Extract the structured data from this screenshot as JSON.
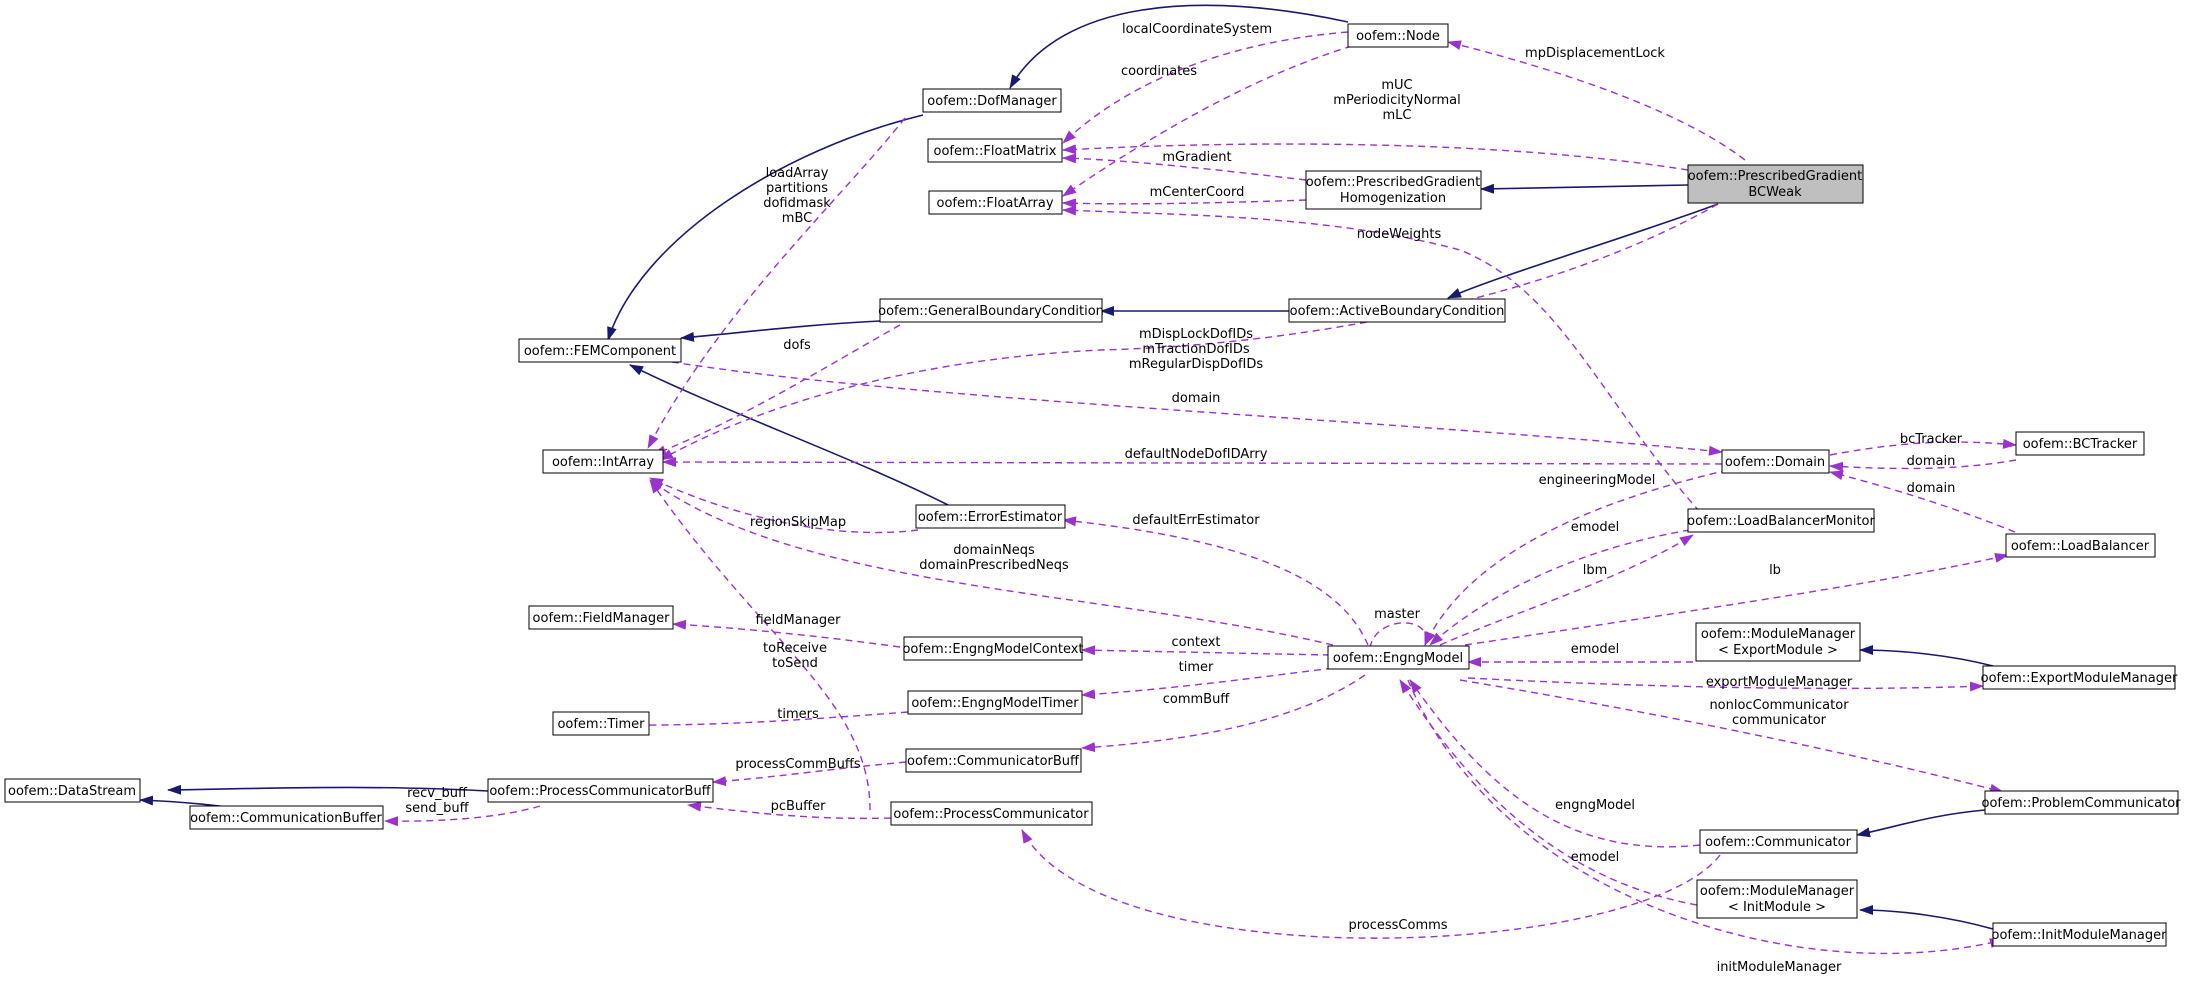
{
  "colors": {
    "inheritance": "#191970",
    "usage": "#9a32cd",
    "node_border": "#000000",
    "node_fill": "#ffffff",
    "highlight_fill": "#bfbfbf"
  },
  "nodes": {
    "node": "oofem::Node",
    "dofmanager": "oofem::DofManager",
    "floatmatrix": "oofem::FloatMatrix",
    "floatarray": "oofem::FloatArray",
    "prescribed_homog_1": "oofem::PrescribedGradient",
    "prescribed_homog_2": "Homogenization",
    "prescribed_weak_1": "oofem::PrescribedGradient",
    "prescribed_weak_2": "BCWeak",
    "femcomponent": "oofem::FEMComponent",
    "generalbc": "oofem::GeneralBoundaryCondition",
    "activebc": "oofem::ActiveBoundaryCondition",
    "intarray": "oofem::IntArray",
    "domain": "oofem::Domain",
    "bctracker": "oofem::BCTracker",
    "errorestimator": "oofem::ErrorEstimator",
    "lbmonitor": "oofem::LoadBalancerMonitor",
    "loadbalancer": "oofem::LoadBalancer",
    "fieldmanager": "oofem::FieldManager",
    "engngmodelcontext": "oofem::EngngModelContext",
    "engngmodel": "oofem::EngngModel",
    "modulemanager_export_1": "oofem::ModuleManager",
    "modulemanager_export_2": "< ExportModule >",
    "exportmodulemanager": "oofem::ExportModuleManager",
    "timer": "oofem::Timer",
    "engngmodeltimer": "oofem::EngngModelTimer",
    "communicatorbuff": "oofem::CommunicatorBuff",
    "datastream": "oofem::DataStream",
    "processcommbuff": "oofem::ProcessCommunicatorBuff",
    "communicationbuffer": "oofem::CommunicationBuffer",
    "processcommunicator": "oofem::ProcessCommunicator",
    "problemcommunicator": "oofem::ProblemCommunicator",
    "communicator": "oofem::Communicator",
    "modulemanager_init_1": "oofem::ModuleManager",
    "modulemanager_init_2": "< InitModule >",
    "initmodulemanager": "oofem::InitModuleManager"
  },
  "edge_labels": {
    "local_coordinate_system": "localCoordinateSystem",
    "coordinates": "coordinates",
    "mp_displacement_lock": "mpDisplacementLock",
    "m_uc": "mUC",
    "m_periodicity_normal": "mPeriodicityNormal",
    "m_lc": "mLC",
    "m_gradient": "mGradient",
    "m_center_coord": "mCenterCoord",
    "node_weights": "nodeWeights",
    "load_array": "loadArray",
    "partitions": "partitions",
    "dofidmask": "dofidmask",
    "m_bc": "mBC",
    "dofs": "dofs",
    "m_disp_lock_dof_ids": "mDispLockDofIDs",
    "m_traction_dof_ids": "mTractionDofIDs",
    "m_regular_disp_dof_ids": "mRegularDispDofIDs",
    "domain_edge": "domain",
    "bc_tracker": "bcTracker",
    "domain_back": "domain",
    "default_node_dof_id_arry": "defaultNodeDofIDArry",
    "domain_lb": "domain",
    "engineering_model": "engineeringModel",
    "region_skip_map": "regionSkipMap",
    "default_err_estimator": "defaultErrEstimator",
    "emodel_lbm": "emodel",
    "domain_neqs": "domainNeqs",
    "domain_prescribed_neqs": "domainPrescribedNeqs",
    "lbm": "lbm",
    "lb": "lb",
    "master": "master",
    "field_manager": "fieldManager",
    "to_receive": "toReceive",
    "to_send": "toSend",
    "context": "context",
    "emodel_export": "emodel",
    "timer": "timer",
    "export_module_manager": "exportModuleManager",
    "timers": "timers",
    "comm_buff": "commBuff",
    "nonloc_communicator": "nonlocCommunicator",
    "communicator": "communicator",
    "process_comm_buffs": "processCommBuffs",
    "recv_buff": "recv_buff",
    "send_buff": "send_buff",
    "pc_buffer": "pcBuffer",
    "engng_model": "engngModel",
    "emodel_init": "emodel",
    "process_comms": "processComms",
    "init_module_manager": "initModuleManager"
  }
}
